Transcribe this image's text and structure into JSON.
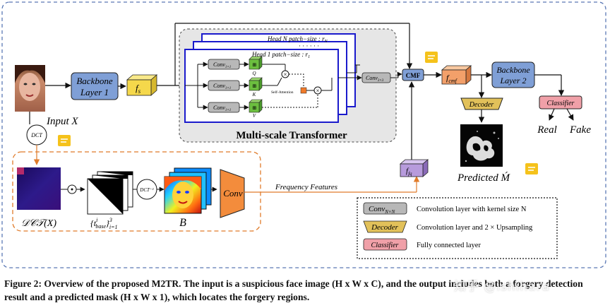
{
  "input": {
    "label": "Input X"
  },
  "backbone1": {
    "line1": "Backbone",
    "line2": "Layer 1"
  },
  "fs": {
    "base": "f",
    "sub": "s"
  },
  "transformer": {
    "head_n": "Head N patch−size : r",
    "head_n_sub": "N",
    "dots": "· · · · · ·",
    "head_1": "Head 1 patch−size : r",
    "head_1_sub": "1",
    "conv": "Conv",
    "conv_sub": "1×1",
    "conv_3x3_sub": "3×3",
    "q": "Q",
    "k": "K",
    "v": "V",
    "self_attention": "Self-Attention",
    "title": "Multi-scale Transformer"
  },
  "cmf": "CMF",
  "fcmf": {
    "base": "f",
    "sub": "cmf"
  },
  "backbone2": {
    "line1": "Backbone",
    "line2": "Layer 2"
  },
  "classifier": {
    "label": "Classifier",
    "real": "Real",
    "fake": "Fake"
  },
  "decoder": {
    "label": "Decoder",
    "predicted": "Predicted Ḿ"
  },
  "dct": {
    "label": "DCT",
    "dct_x": "𝒟𝒞𝒯(X)",
    "inv": "DCT⁻¹"
  },
  "base": {
    "label": "{t",
    "sup": "i",
    "sub": "base",
    "tail": "}",
    "range_sup": "3",
    "range_sub": "i=1"
  },
  "b_label": "B",
  "conv_block": "Conv",
  "freq_features": "Frequency Features",
  "ffq": {
    "base": "f",
    "sub": "fq"
  },
  "legend": [
    {
      "key": "Conv",
      "key_sub": "N×N",
      "text": "Convolution layer with kernel size N"
    },
    {
      "key": "Decoder",
      "text": "Convolution layer and 2 × Upsampling"
    },
    {
      "key": "Classifier",
      "text": "Fully connected layer"
    }
  ],
  "caption": "Figure 2: Overview of the proposed M2TR. The input is a suspicious face image (H x W x C), and the output includes both a forgery detection result and a predicted mask (H x W x 1), which locates the forgery regions.",
  "watermark": "知乎 @ishihara",
  "colors": {
    "backbone": "#7f9fd6",
    "fs": "#f5d84b",
    "transformer_bg": "#e6e6e6",
    "head": "#1a1acc",
    "conv_gray": "#b8b8b8",
    "qkv_green": "#6cbf3f",
    "cmf": "#7f9fd6",
    "fcmf": "#f3a06a",
    "decoder": "#e2c15a",
    "classifier": "#f0a0a8",
    "orange": "#e07b2a",
    "purple": "#b79bdc",
    "dash_border": "#5b78b5"
  }
}
